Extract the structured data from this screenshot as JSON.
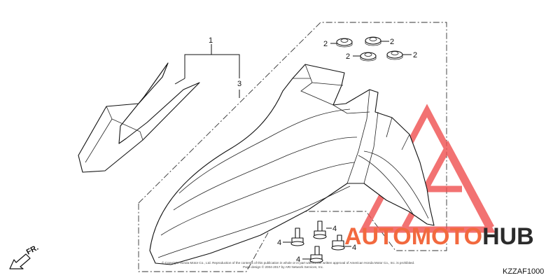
{
  "callouts": {
    "c1": "1",
    "c2": "2",
    "c3": "3",
    "c4": "4"
  },
  "watermark": {
    "brand_left": "AUTOMOTO",
    "brand_right": "HUB",
    "brand_left_color": "#f2693f",
    "brand_right_color": "#2b2b2b",
    "logo_color": "#ef4f4f"
  },
  "direction_label": "FR.",
  "diagram_code": "KZZAF1000",
  "copyright": {
    "line1": "© Copyright Honda Motor Co., Ltd. Reproduction of the contents of this publication in whole or in part without the written approval of American Honda Motor Co., Inc. is prohibited.",
    "line2": "Page design © 2004-2017 by ARI Network Services, Inc."
  }
}
